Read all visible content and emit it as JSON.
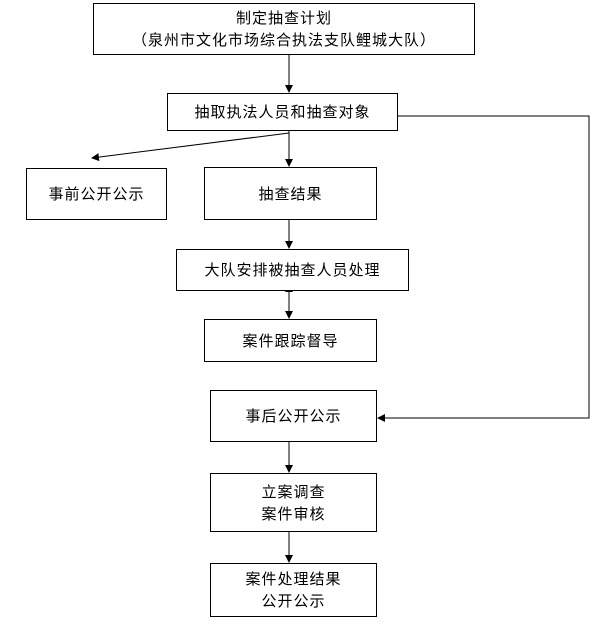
{
  "nodes": {
    "plan": {
      "line1": "制定抽查计划",
      "line2": "（泉州市文化市场综合执法支队鲤城大队）"
    },
    "select": {
      "label": "抽取执法人员和抽查对象"
    },
    "pre_public": {
      "label": "事前公开公示"
    },
    "result": {
      "label": "抽查结果"
    },
    "arrange": {
      "label": "大队安排被抽查人员处理"
    },
    "supervise": {
      "label": "案件跟踪督导"
    },
    "post_public": {
      "label": "事后公开公示"
    },
    "investigate": {
      "line1": "立案调查",
      "line2": "案件审核"
    },
    "final": {
      "line1": "案件处理结果",
      "line2": "公开公示"
    }
  },
  "colors": {
    "line": "#000000",
    "background": "#ffffff"
  }
}
